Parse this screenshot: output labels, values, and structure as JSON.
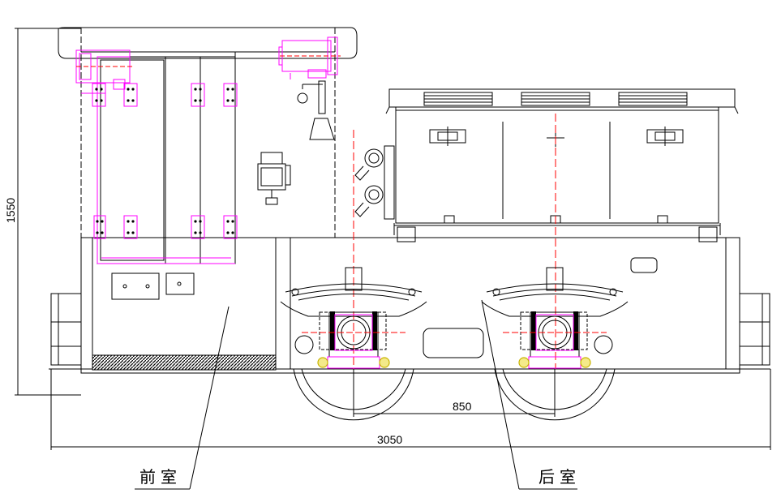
{
  "dimensions": {
    "height": "1550",
    "axle_spacing": "850",
    "total_length": "3050"
  },
  "labels": {
    "front_cab": "前室",
    "rear_cab": "后室"
  },
  "colors": {
    "line": "#000000",
    "accent_magenta": "#ff00ff",
    "centerline_red": "#ff0000",
    "bolt_yellow": "#e8d800"
  }
}
